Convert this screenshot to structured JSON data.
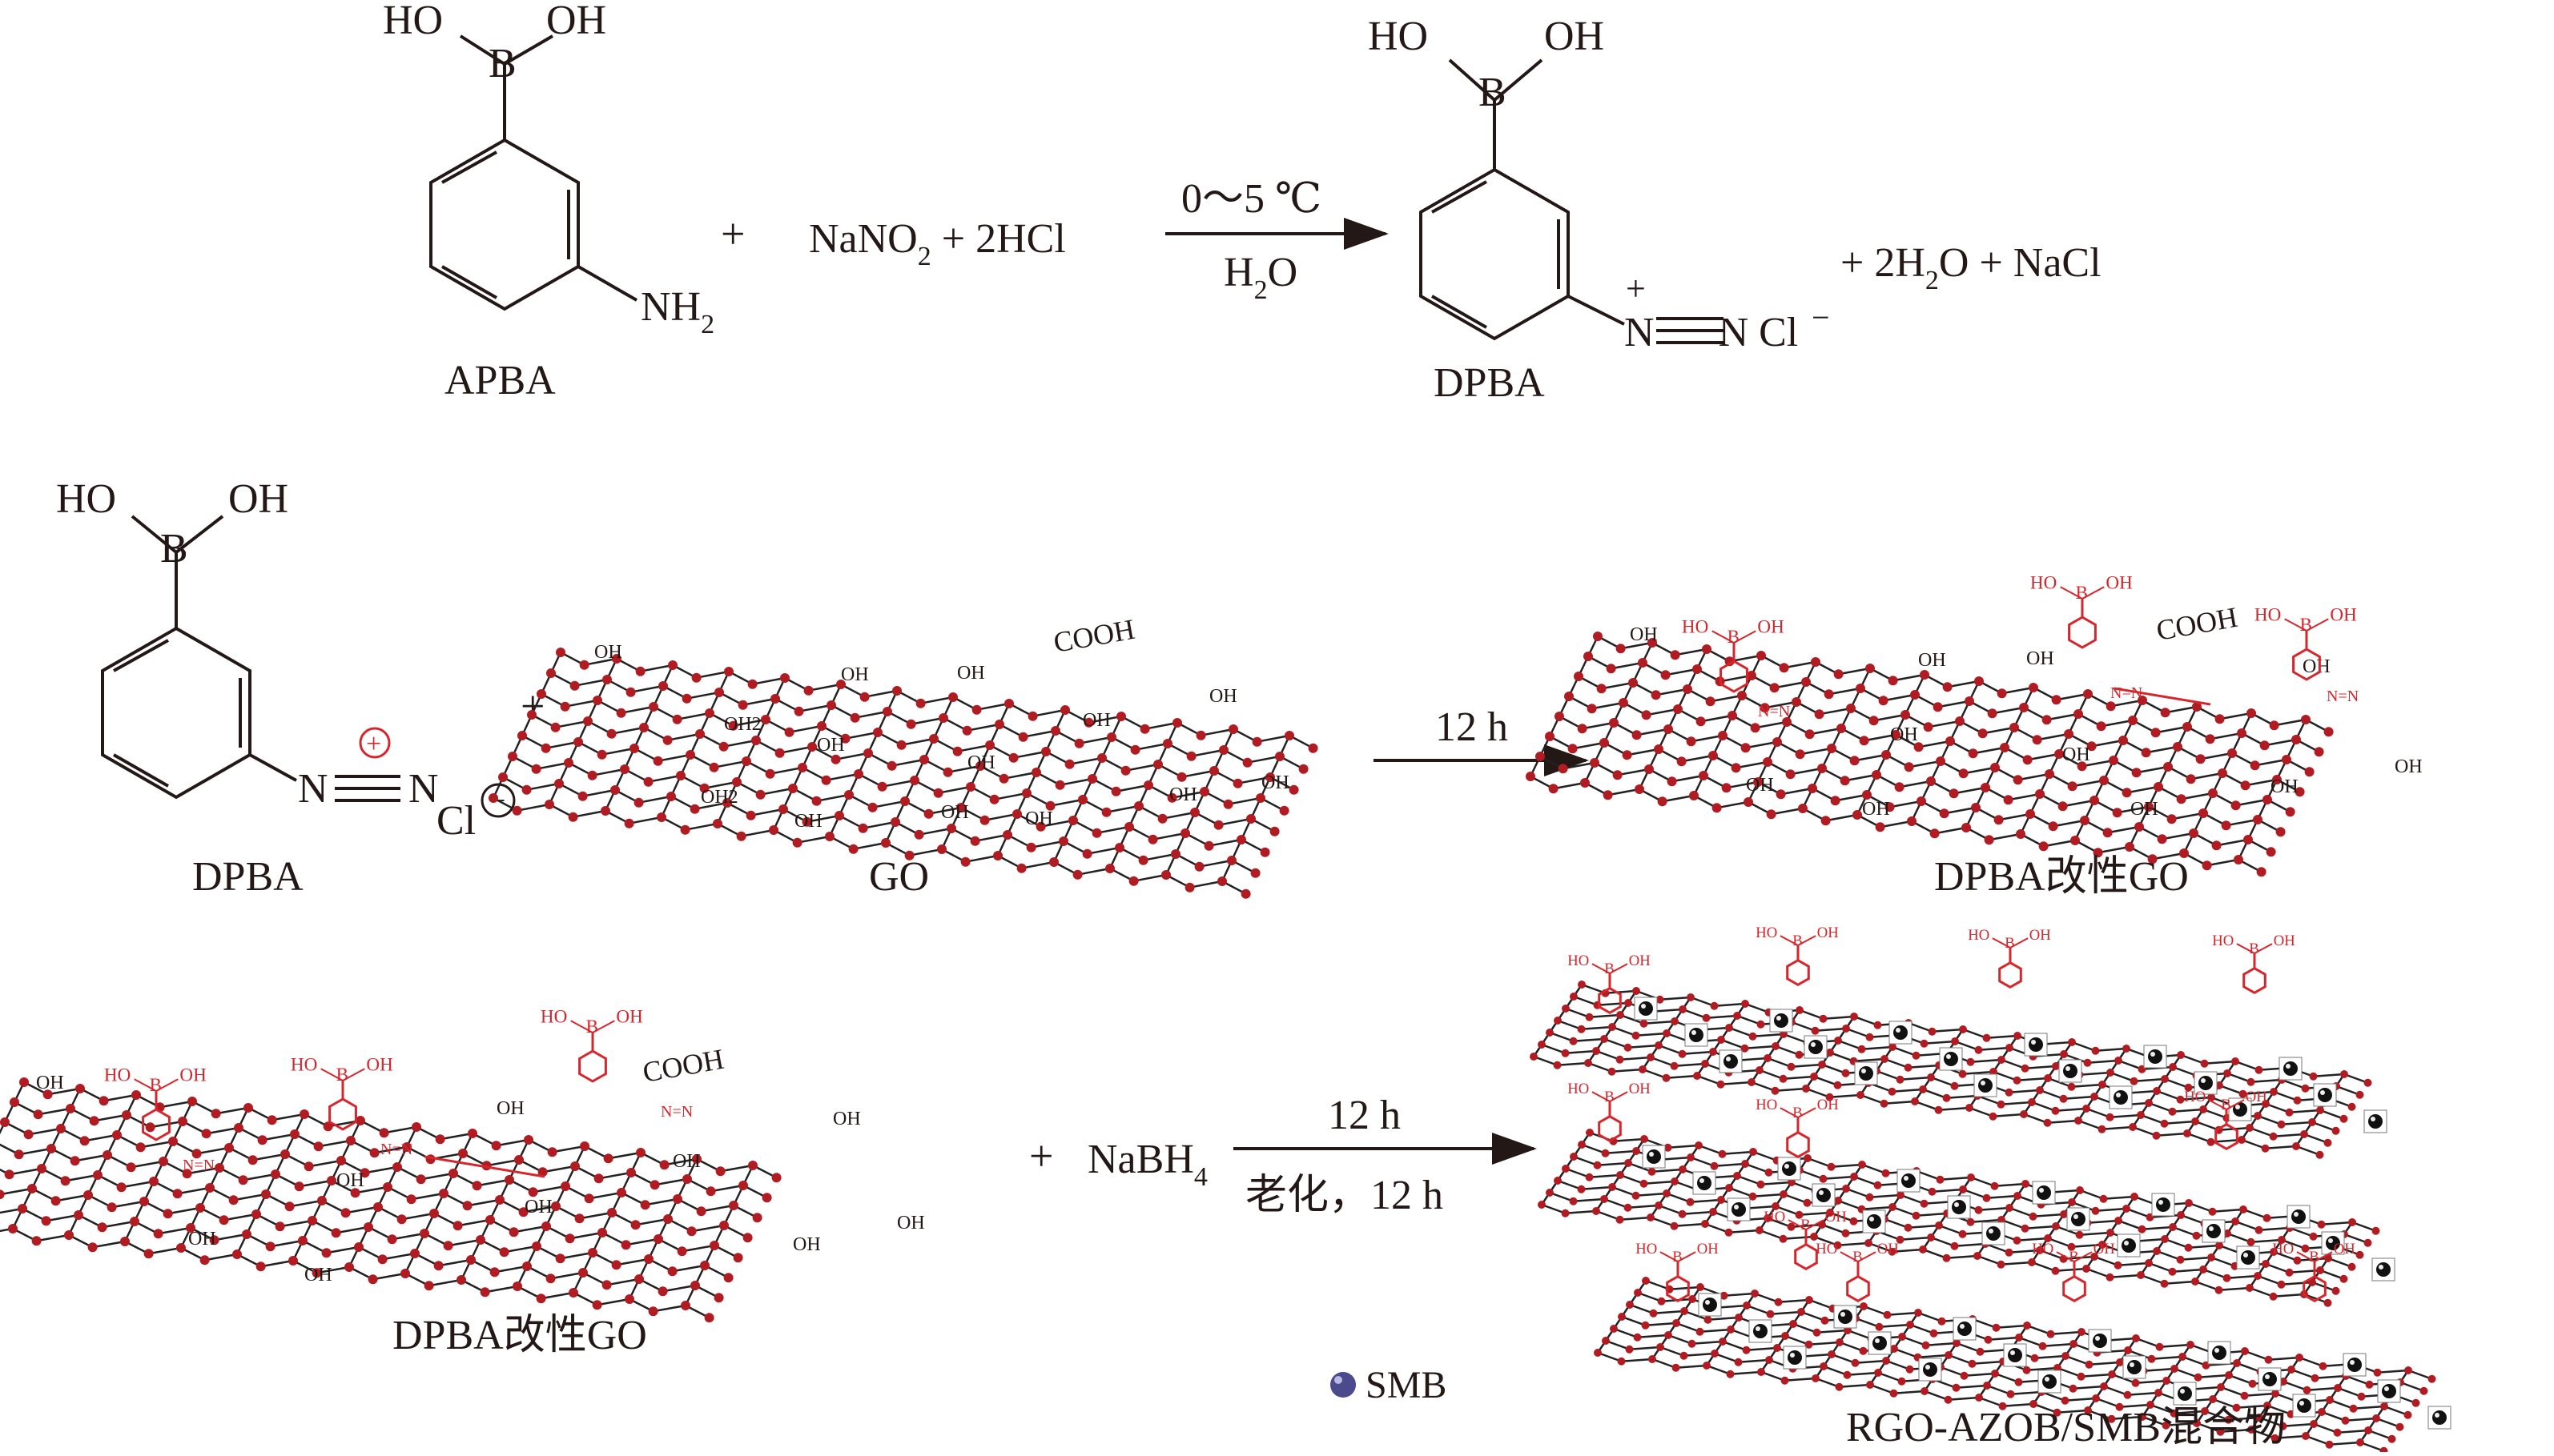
{
  "colors": {
    "ink": "#231815",
    "accent": "#d7262b",
    "node": "#b01c22",
    "smb": "#4b4a8c",
    "sheet_bond": "#222222"
  },
  "reaction1": {
    "reactant_name": "APBA",
    "product_name": "DPBA",
    "plus": "+",
    "reagents": "NaNO2 + 2HCl",
    "reagents_parts": [
      "NaNO",
      "2",
      " + 2HCl"
    ],
    "condition_top": "0～5 ℃",
    "condition_bottom_parts": [
      "H",
      "2",
      "O"
    ],
    "byproducts_parts": [
      "+ 2H",
      "2",
      "O + NaCl"
    ],
    "atoms": {
      "B": "B",
      "HO": "HO",
      "OH": "OH",
      "NH2_parts": [
        "NH",
        "2"
      ],
      "diazo_parts": [
        "N",
        "N Cl"
      ],
      "charge_plus": "+",
      "charge_minus": "−"
    }
  },
  "reaction2": {
    "reactant_name": "DPBA",
    "sheet_name": "GO",
    "product_name": "DPBA改性GO",
    "plus": "+",
    "condition": "12 h",
    "atoms": {
      "N_plus": "N",
      "N_end": "N",
      "Cl": "Cl",
      "circled_plus": "+",
      "circled_minus": "−"
    }
  },
  "reaction3": {
    "reactant_name": "DPBA改性GO",
    "plus": "+",
    "reagent_parts": [
      "NaBH",
      "4"
    ],
    "condition_top": "12 h",
    "condition_bottom": "老化，12 h",
    "product_name": "RGO-AZOB/SMB混合物",
    "legend_label": "SMB"
  },
  "sheet_labels": {
    "oh": "OH",
    "oh2": "OH2",
    "cooh": "COOH",
    "n_n": "N=N",
    "b": "B",
    "ho": "HO"
  }
}
